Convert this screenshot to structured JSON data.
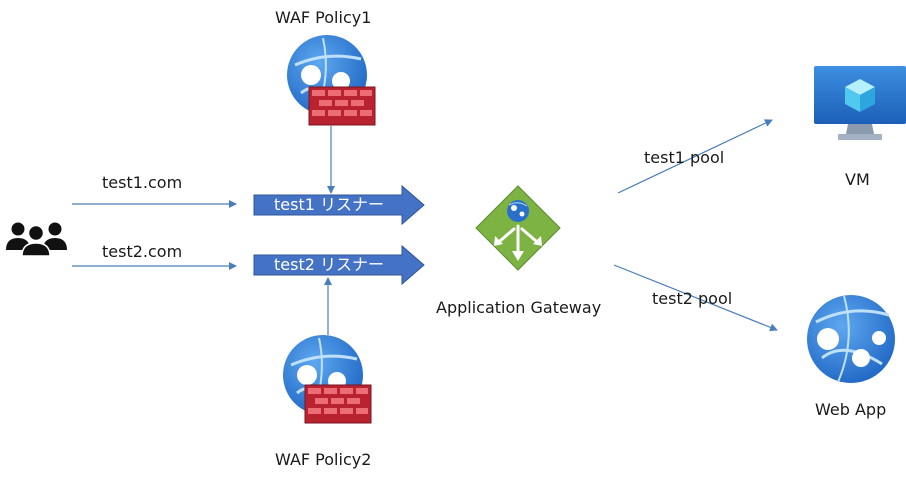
{
  "diagram": {
    "waf_policy_1": "WAF Policy1",
    "waf_policy_2": "WAF Policy2",
    "domain_1": "test1.com",
    "domain_2": "test2.com",
    "listener_1": "test1 リスナー",
    "listener_2": "test2 リスナー",
    "gateway": "Application Gateway",
    "pool_1": "test1 pool",
    "pool_2": "test2 pool",
    "vm": "VM",
    "web_app": "Web App"
  },
  "colors": {
    "connector": "#4a7ebb",
    "listener_arrow": "#4472c4",
    "globe": "#3b82d6",
    "firewall": "#b8232f",
    "gateway": "#7cb342"
  },
  "icons": [
    "users-icon",
    "waf-policy-icon",
    "application-gateway-icon",
    "virtual-machine-icon",
    "web-app-icon"
  ]
}
